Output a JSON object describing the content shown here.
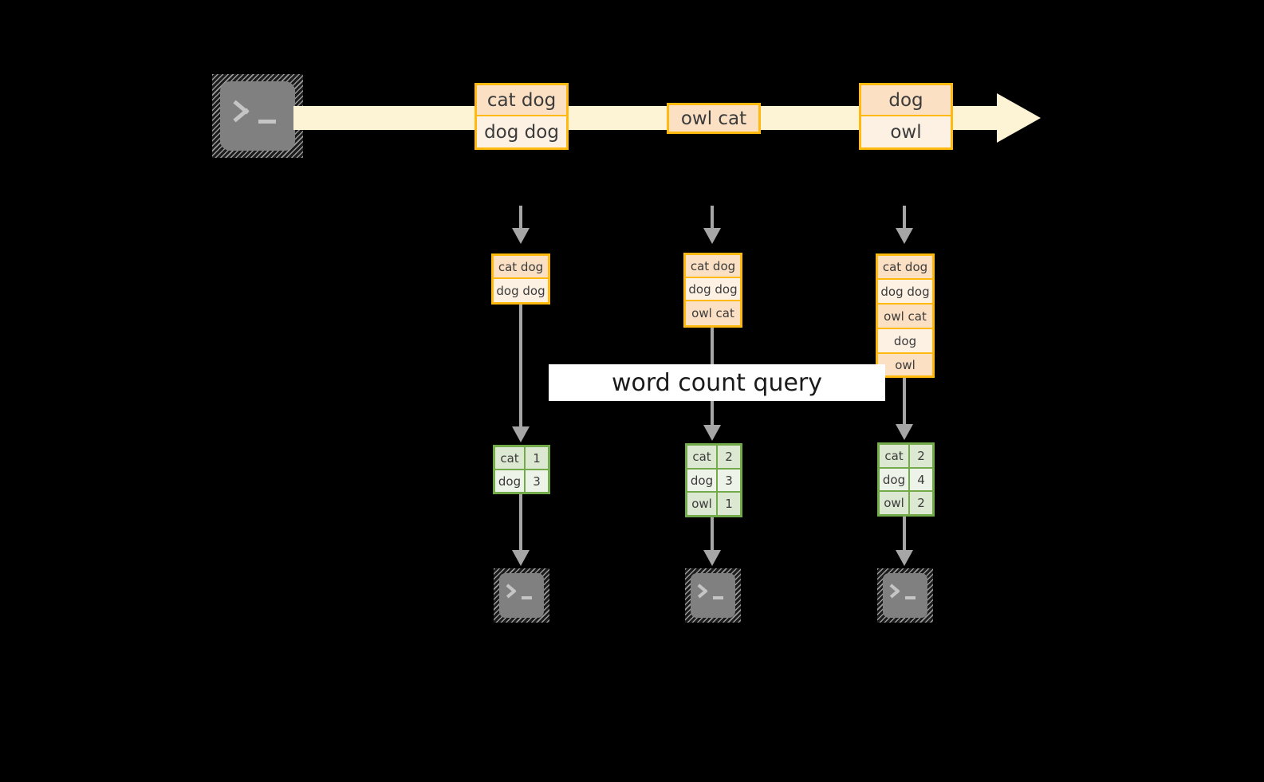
{
  "diagram": {
    "title_label": "word count query",
    "colors": {
      "stream_fill": "#fdf3d5",
      "event_border": "#ffb90f",
      "event_fill_dark": "#fbe0c4",
      "event_fill_light": "#fdf1e4",
      "result_border": "#74ab4a",
      "result_fill_dark": "#dde8d3",
      "result_fill_light": "#edf3e8",
      "arrow": "#a6a6a6",
      "terminal_screen": "#808080",
      "background": "#000000"
    },
    "source": {
      "icon": "terminal-icon",
      "prompt_glyph": ">_"
    },
    "stream_events": [
      {
        "lines": [
          "cat dog",
          "dog dog"
        ]
      },
      {
        "lines": [
          "owl cat"
        ]
      },
      {
        "lines": [
          "dog",
          "owl"
        ]
      }
    ],
    "snapshots": [
      {
        "input_lines": [
          "cat dog",
          "dog dog"
        ],
        "results": {
          "rows": [
            {
              "word": "cat",
              "count": "1"
            },
            {
              "word": "dog",
              "count": "3"
            }
          ]
        },
        "sink_icon": "terminal-icon",
        "sink_prompt_glyph": ">_"
      },
      {
        "input_lines": [
          "cat dog",
          "dog dog",
          "owl cat"
        ],
        "results": {
          "rows": [
            {
              "word": "cat",
              "count": "2"
            },
            {
              "word": "dog",
              "count": "3"
            },
            {
              "word": "owl",
              "count": "1"
            }
          ]
        },
        "sink_icon": "terminal-icon",
        "sink_prompt_glyph": ">_"
      },
      {
        "input_lines": [
          "cat dog",
          "dog dog",
          "owl cat",
          "dog",
          "owl"
        ],
        "results": {
          "rows": [
            {
              "word": "cat",
              "count": "2"
            },
            {
              "word": "dog",
              "count": "4"
            },
            {
              "word": "owl",
              "count": "2"
            }
          ]
        },
        "sink_icon": "terminal-icon",
        "sink_prompt_glyph": ">_"
      }
    ]
  }
}
